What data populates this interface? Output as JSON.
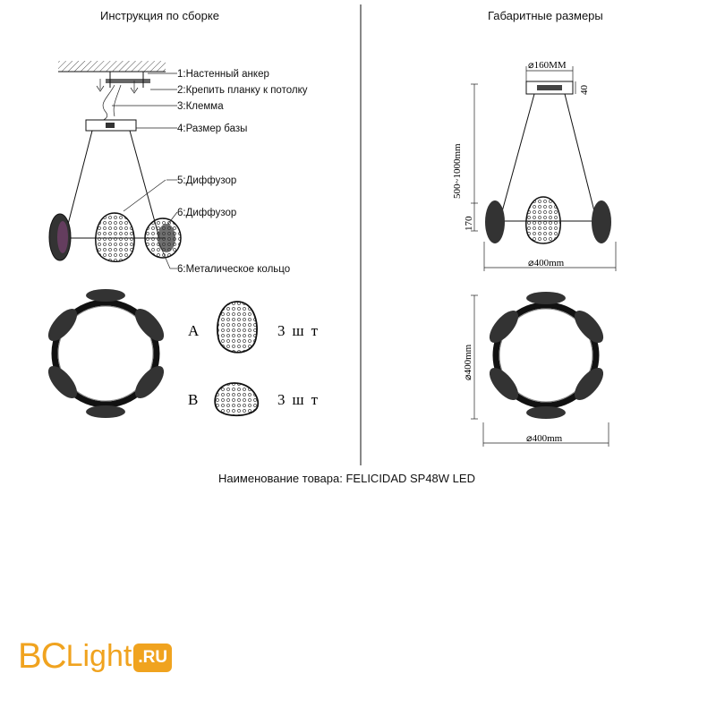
{
  "left_title": "Инструкция по сборке",
  "right_title": "Габаритные размеры",
  "callouts": [
    "1:Настенный анкер",
    "2:Крепить планку к потолку",
    "3:Клемма",
    "4:Размер базы",
    "5:Диффузор",
    "6:Диффузор",
    "6:Металическое кольцо"
  ],
  "parts": [
    {
      "letter": "A",
      "qty": "3шт"
    },
    {
      "letter": "B",
      "qty": "3шт"
    }
  ],
  "dimensions": {
    "base_diameter": "⌀160MM",
    "base_height": "40",
    "cable_length": "500~1000mm",
    "drop": "170",
    "ring_diameter_side": "⌀400mm",
    "ring_diameter_top_v": "⌀400mm",
    "ring_diameter_top_h": "⌀400mm"
  },
  "product_name": "Наименование товара: FELICIDAD SP48W LED",
  "logo": {
    "part1": "BC",
    "part2": "Light",
    "part3": ".RU"
  },
  "colors": {
    "accent": "#f0a31f"
  }
}
